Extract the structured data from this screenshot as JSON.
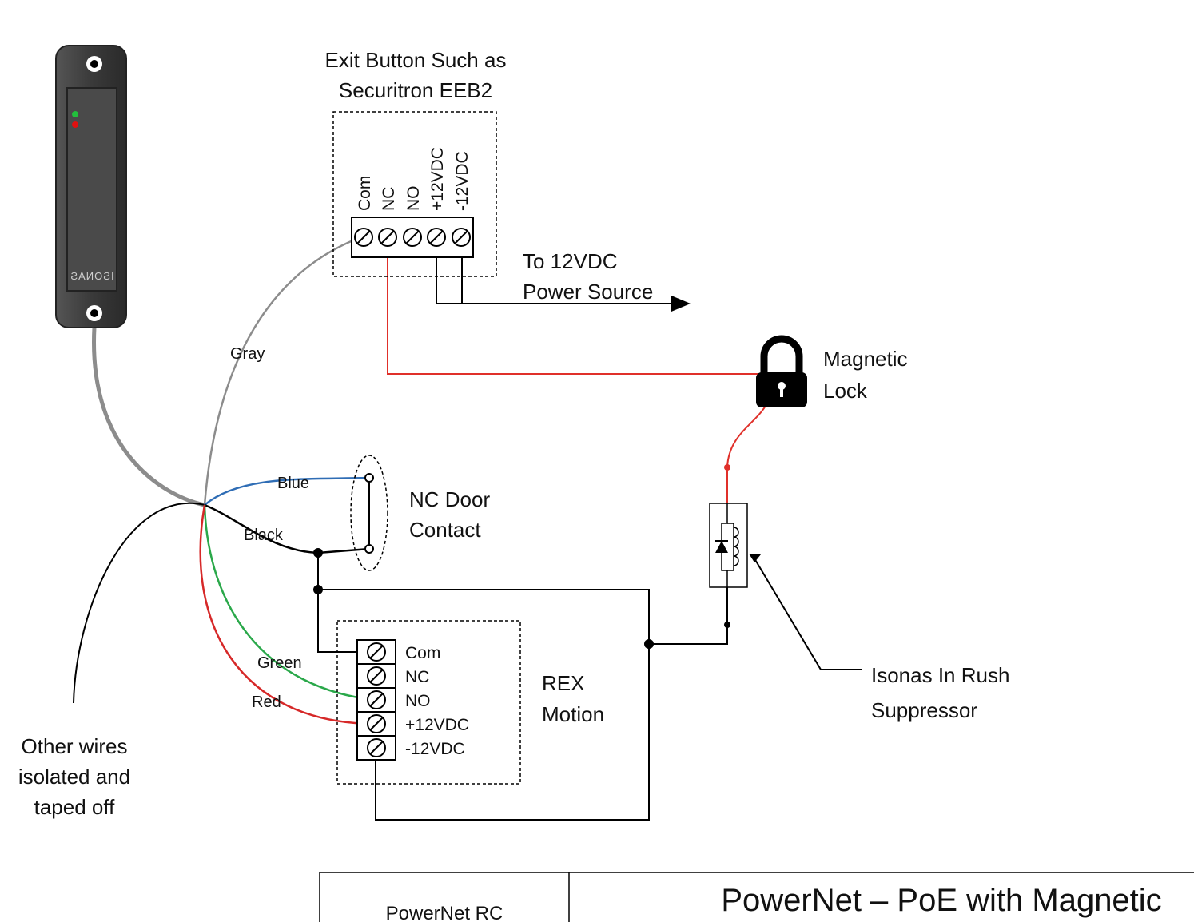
{
  "exit_button": {
    "title_line1": "Exit Button Such as",
    "title_line2": "Securitron EEB2",
    "terminals": [
      "Com",
      "NC",
      "NO",
      "+12VDC",
      "-12VDC"
    ]
  },
  "power_source": {
    "line1": "To 12VDC",
    "line2": "Power Source"
  },
  "magnetic_lock": {
    "line1": "Magnetic",
    "line2": "Lock"
  },
  "door_contact": {
    "line1": "NC Door",
    "line2": "Contact"
  },
  "rex": {
    "line1": "REX",
    "line2": "Motion",
    "terminals": [
      "Com",
      "NC",
      "NO",
      "+12VDC",
      "-12VDC"
    ]
  },
  "suppressor": {
    "line1": "Isonas In Rush",
    "line2": "Suppressor"
  },
  "other_wires": {
    "line1": "Other wires",
    "line2": "isolated and",
    "line3": "taped off"
  },
  "reader": {
    "brand": "ISONAS"
  },
  "wires": {
    "gray": "Gray",
    "blue": "Blue",
    "black": "Black",
    "green": "Green",
    "red": "Red"
  },
  "title_block": {
    "left": "PowerNet RC",
    "right": "PowerNet – PoE with Magnetic"
  },
  "colors": {
    "gray_wire": "#8c8c8c",
    "blue_wire": "#2f6db5",
    "green_wire": "#2aa84a",
    "red_wire": "#d62828",
    "lock_wire": "#e0302a",
    "black_wire": "#000000",
    "reader_body": "#3a3a3a",
    "led_green": "#22c03c",
    "led_red": "#e01010"
  }
}
